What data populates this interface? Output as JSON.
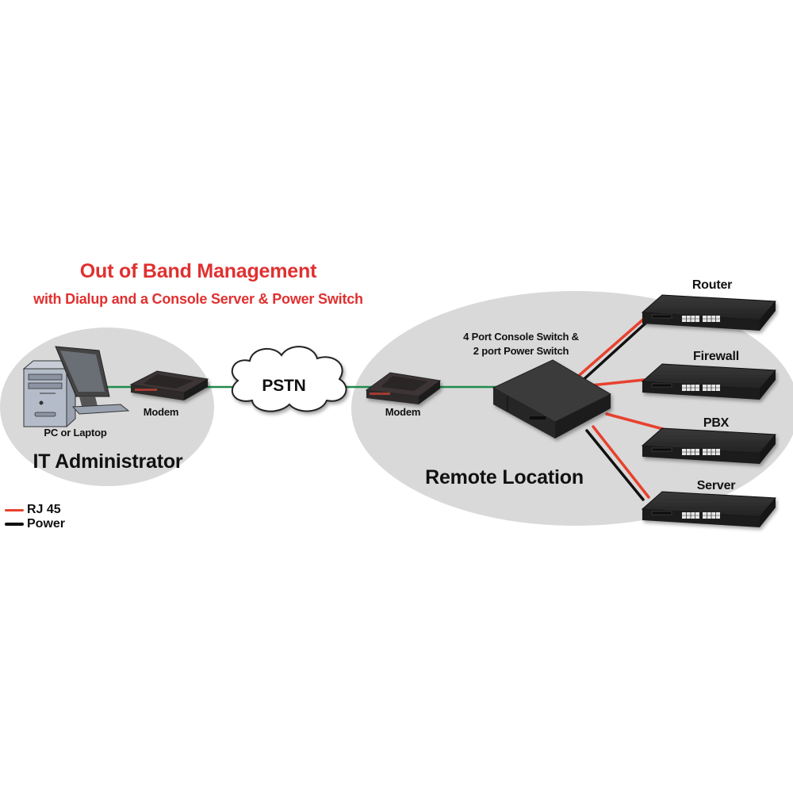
{
  "title": "Out of Band Management",
  "subtitle": "with Dialup and a Console Server & Power Switch",
  "colors": {
    "title": "#e03030",
    "rj45": "#e8412e",
    "power": "#111111",
    "phone_line": "#1f8a4c",
    "zone_fill": "#d9d9d9"
  },
  "left_zone": {
    "label": "IT Administrator",
    "pc_label": "PC or Laptop",
    "modem_label": "Modem"
  },
  "cloud": {
    "label": "PSTN"
  },
  "right_zone": {
    "label": "Remote Location",
    "modem_label": "Modem",
    "switch_label_line1": "4 Port Console Switch &",
    "switch_label_line2": "2 port Power Switch",
    "devices": [
      {
        "label": "Router",
        "connections": [
          "rj45",
          "power"
        ]
      },
      {
        "label": "Firewall",
        "connections": [
          "rj45"
        ]
      },
      {
        "label": "PBX",
        "connections": [
          "rj45"
        ]
      },
      {
        "label": "Server",
        "connections": [
          "rj45",
          "power"
        ]
      }
    ]
  },
  "legend": [
    {
      "label": "RJ 45",
      "type": "rj45"
    },
    {
      "label": "Power",
      "type": "power"
    }
  ]
}
